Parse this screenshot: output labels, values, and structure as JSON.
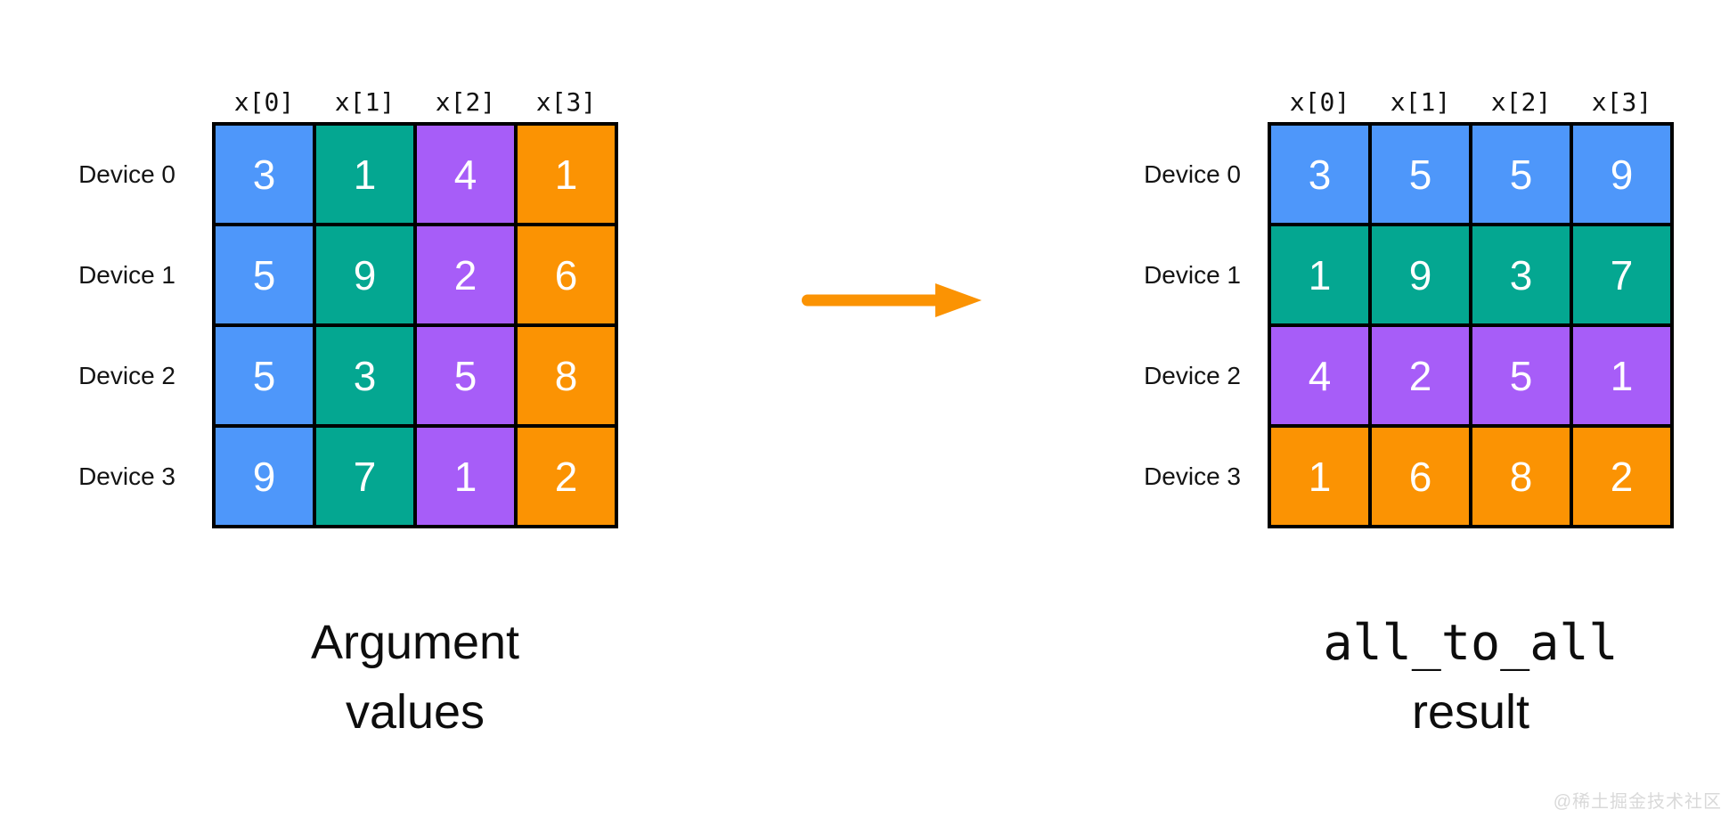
{
  "colors": {
    "blue": "#4E97FA",
    "teal": "#04A791",
    "purple": "#A75DF8",
    "orange": "#FB9303",
    "grid_border": "#000000",
    "cell_text": "#FFFFFF",
    "label_text": "#141414",
    "watermark_text": "#D9D9D9"
  },
  "left_panel": {
    "col_headers": [
      "x[0]",
      "x[1]",
      "x[2]",
      "x[3]"
    ],
    "row_labels": [
      "Device 0",
      "Device 1",
      "Device 2",
      "Device 3"
    ],
    "rows": [
      [
        "3",
        "1",
        "4",
        "1"
      ],
      [
        "5",
        "9",
        "2",
        "6"
      ],
      [
        "5",
        "3",
        "5",
        "8"
      ],
      [
        "9",
        "7",
        "1",
        "2"
      ]
    ],
    "caption": {
      "line1": "Argument",
      "line2": "values"
    }
  },
  "right_panel": {
    "col_headers": [
      "x[0]",
      "x[1]",
      "x[2]",
      "x[3]"
    ],
    "row_labels": [
      "Device 0",
      "Device 1",
      "Device 2",
      "Device 3"
    ],
    "rows": [
      [
        "3",
        "5",
        "5",
        "9"
      ],
      [
        "1",
        "9",
        "3",
        "7"
      ],
      [
        "4",
        "2",
        "5",
        "1"
      ],
      [
        "1",
        "6",
        "8",
        "2"
      ]
    ],
    "caption": {
      "line1": "all_to_all",
      "line2": "result"
    }
  },
  "arrow": {
    "direction": "right"
  },
  "watermark": {
    "text": "@稀土掘金技术社区"
  }
}
